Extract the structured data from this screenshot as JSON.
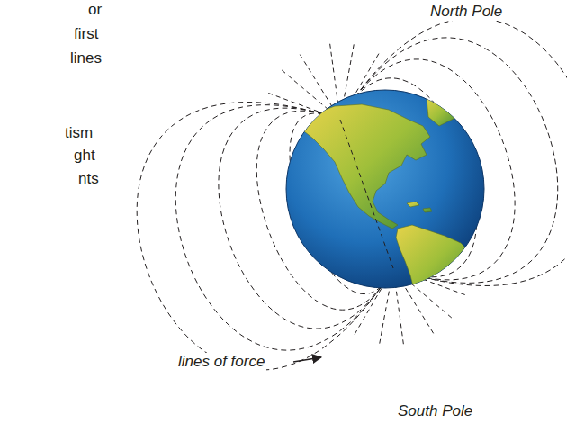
{
  "diagram": {
    "labels": [
      "or",
      "first",
      "lines",
      "tism",
      "ght",
      "nts",
      "North Pole",
      "lines of force",
      "South Pole"
    ]
  }
}
